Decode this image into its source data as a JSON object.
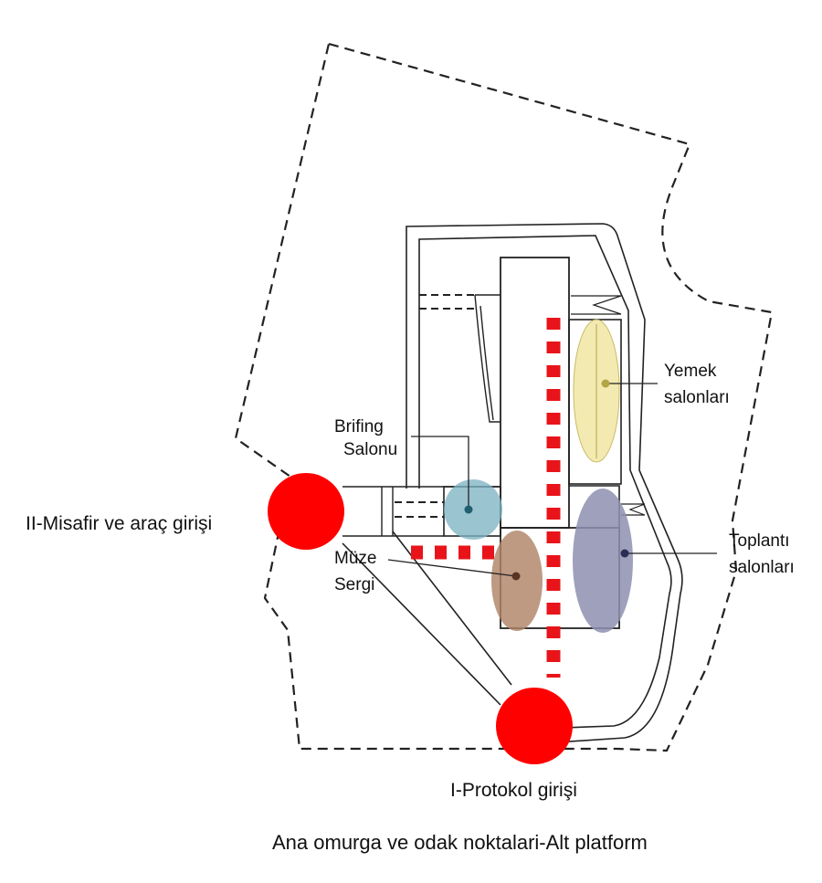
{
  "labels": {
    "entrance_guest": "II-Misafir ve araç girişi",
    "entrance_protocol": "I-Protokol girişi",
    "briefing_line1": "Brifing",
    "briefing_line2": "Salonu",
    "museum_line1": "Müze",
    "museum_line2": "Sergi",
    "dining_line1": "Yemek",
    "dining_line2": "salonları",
    "meeting_line1": "Toplantı",
    "meeting_line2": "salonları"
  },
  "caption": "Ana omurga ve odak noktalari-Alt platform",
  "colors": {
    "entrance": "#ff0000",
    "spine": "#e8141a",
    "briefing": "#7fb3c4",
    "museum": "#b08468",
    "dining": "#f1e6a4",
    "meeting": "#8e8fb0",
    "outline": "#222222",
    "background": "#ffffff"
  },
  "icons": {
    "entrance_marker": "red-circle",
    "focus_zone": "translucent-ellipse"
  }
}
